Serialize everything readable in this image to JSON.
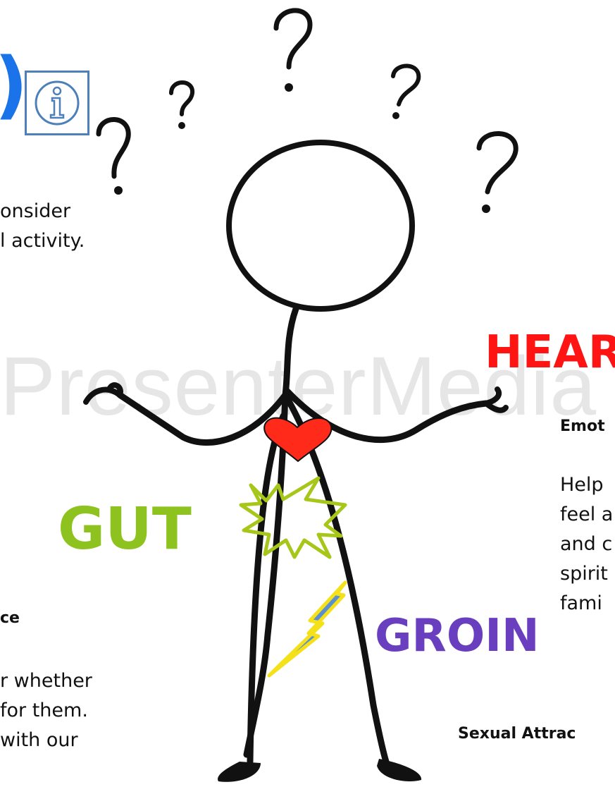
{
  "watermark": "PresenterMedia",
  "top_left_fragment": ")",
  "intro_text": [
    "onsider",
    "l activity."
  ],
  "gut": {
    "title": "GUT",
    "subtitle": "ce",
    "body": [
      "r whether",
      "for them.",
      "with our"
    ]
  },
  "groin": {
    "title": "GROIN",
    "subtitle": "Sexual Attrac"
  },
  "heart": {
    "title": "HEAR",
    "subtitle": "Emot",
    "body": [
      "Help",
      "feel a",
      "and c",
      "spirit",
      "fami"
    ]
  },
  "colors": {
    "gut": "#8dc21f",
    "groin": "#6a3fbf",
    "heart": "#ff1414",
    "info": "#4d7fb8",
    "blue_fragment": "#1a73e8"
  },
  "icons": [
    "info-icon",
    "question-mark-icon",
    "heart-icon",
    "starburst-icon",
    "lightning-icon"
  ]
}
